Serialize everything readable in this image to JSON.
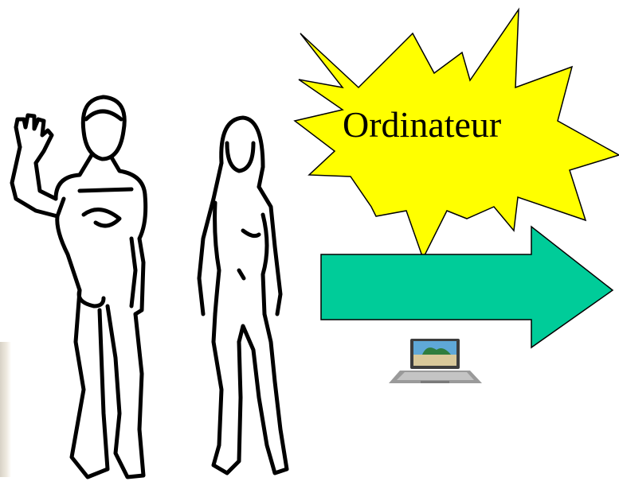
{
  "starburst": {
    "label": "Ordinateur",
    "fill": "#ffff00",
    "stroke": "#000000"
  },
  "arrow": {
    "fill": "#00cc99",
    "stroke": "#000000"
  },
  "figures": {
    "man": "man-figure",
    "woman": "woman-figure"
  },
  "icons": {
    "laptop": "laptop-icon"
  }
}
